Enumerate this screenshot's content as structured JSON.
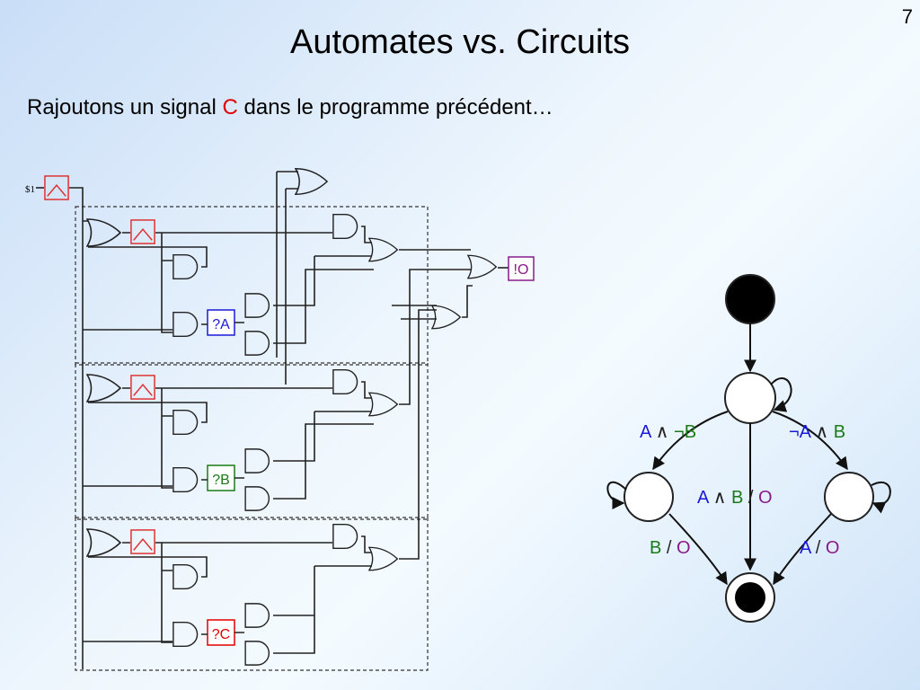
{
  "slide": {
    "number": "7",
    "title": "Automates vs. Circuits",
    "subtitle_before": "Rajoutons un signal ",
    "subtitle_signal": "C",
    "subtitle_after": " dans le programme précédent…"
  },
  "circuit": {
    "start_label": "$1",
    "test_a": "?A",
    "test_b": "?B",
    "test_c": "?C",
    "emit_o": "!O"
  },
  "automaton": {
    "edge_left": [
      "A",
      " ∧ ",
      "¬B"
    ],
    "edge_right": [
      "¬A",
      " ∧ ",
      "B"
    ],
    "edge_middle": [
      "A",
      " ∧ ",
      "B",
      " / ",
      "O"
    ],
    "edge_bottom_left": [
      "B",
      " / ",
      "O"
    ],
    "edge_bottom_right": [
      "A",
      " / ",
      "O"
    ]
  },
  "colors": {
    "signal_a": "#1a1ad6",
    "signal_b": "#1a7a1a",
    "signal_c": "#e00000",
    "output_o": "#8a1a8a"
  }
}
